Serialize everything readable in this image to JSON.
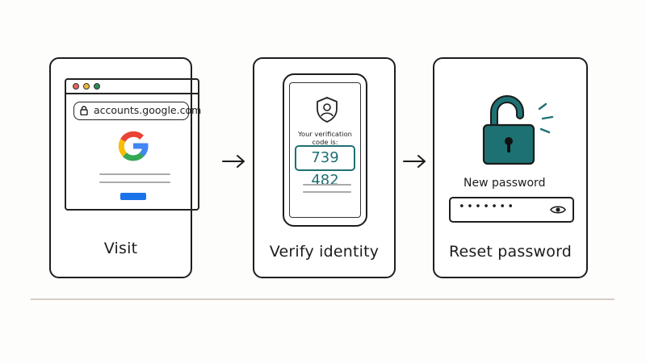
{
  "steps": [
    {
      "caption": "Visit",
      "browser": {
        "url": "accounts.google.com",
        "logo_letter": "G"
      }
    },
    {
      "caption": "Verify identity",
      "phone": {
        "prompt": "Your verification code is:",
        "code": "739 482"
      }
    },
    {
      "caption": "Reset password",
      "form": {
        "label": "New password",
        "masked_value": "•••••••"
      }
    }
  ],
  "colors": {
    "teal": "#1f6f74",
    "lock_fill": "#1d7173",
    "google_blue": "#4285F4",
    "google_red": "#EA4335",
    "google_yellow": "#FBBC05",
    "google_green": "#34A853",
    "button_blue": "#1a73e8",
    "traffic_red": "#e8655a",
    "traffic_yellow": "#f2b83d",
    "traffic_green": "#2e8a57"
  },
  "icons": [
    "lock-icon",
    "google-logo",
    "shield-user-icon",
    "open-padlock-icon",
    "eye-icon",
    "arrow-right-icon"
  ]
}
